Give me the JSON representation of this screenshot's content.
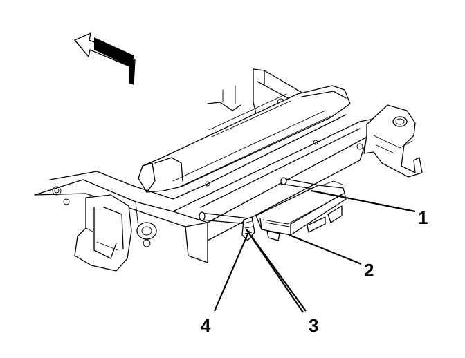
{
  "diagram": {
    "callouts": [
      {
        "id": "1",
        "text": "1"
      },
      {
        "id": "2",
        "text": "2"
      },
      {
        "id": "3",
        "text": "3"
      },
      {
        "id": "4",
        "text": "4"
      }
    ],
    "direction_arrow_icon": "forward-arrow-icon",
    "stroke_color": "#000000",
    "background_color": "#ffffff"
  }
}
